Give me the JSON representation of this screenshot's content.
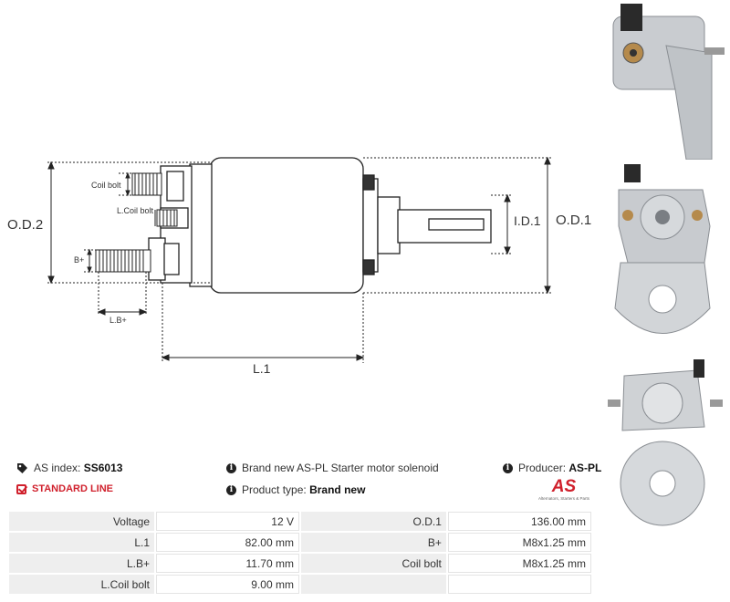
{
  "diagram": {
    "labels": {
      "od2": "O.D.2",
      "od1": "O.D.1",
      "id1": "I.D.1",
      "l1": "L.1",
      "coil_bolt": "Coil bolt",
      "l_coil_bolt": "L.Coil bolt",
      "b_plus": "B+",
      "lb_plus": "L.B+"
    }
  },
  "info": {
    "as_index_label": "AS index:",
    "as_index_value": "SS6013",
    "standard_line": "STANDARD LINE",
    "description": "Brand new AS-PL Starter motor solenoid",
    "product_type_label": "Product type:",
    "product_type_value": "Brand new",
    "producer_label": "Producer:",
    "producer_value": "AS-PL"
  },
  "logo": {
    "mark": "AS",
    "tagline": "Alternators, Starters & Parts"
  },
  "specs": [
    {
      "label": "Voltage",
      "value": "12 V",
      "label2": "O.D.1",
      "value2": "136.00 mm"
    },
    {
      "label": "L.1",
      "value": "82.00 mm",
      "label2": "B+",
      "value2": "M8x1.25 mm"
    },
    {
      "label": "L.B+",
      "value": "11.70 mm",
      "label2": "Coil bolt",
      "value2": "M8x1.25 mm"
    },
    {
      "label": "L.Coil bolt",
      "value": "9.00 mm",
      "label2": "",
      "value2": ""
    }
  ],
  "colors": {
    "accent": "#d0202c",
    "table_label_bg": "#eeeeee"
  },
  "icons": [
    "tag-icon",
    "check-square-icon",
    "info-icon"
  ]
}
